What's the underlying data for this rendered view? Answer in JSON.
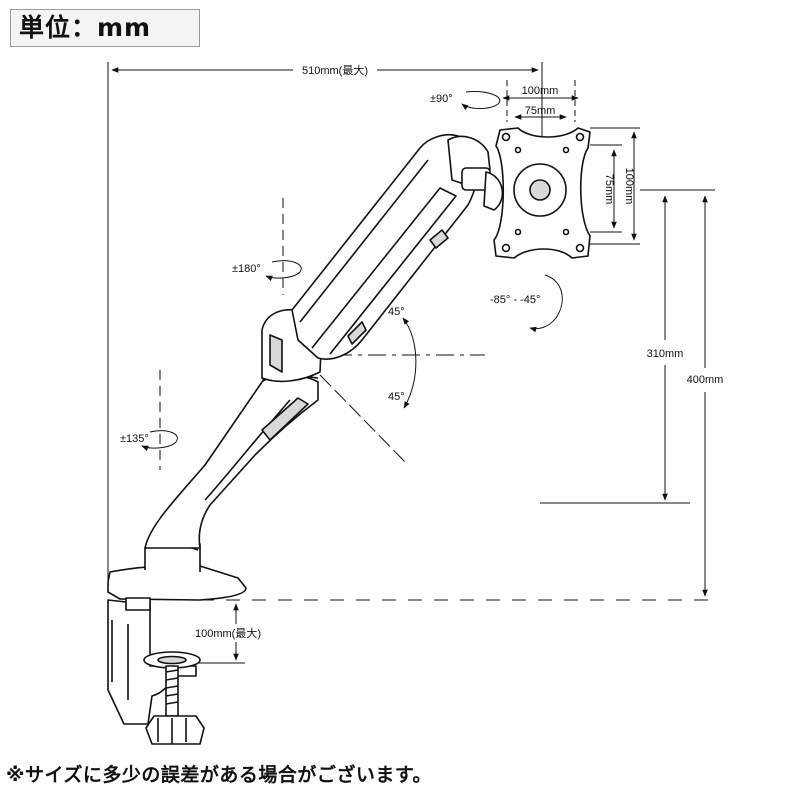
{
  "unit_label": "単位：mm",
  "dimensions": {
    "total_reach": "510mm(最大)",
    "rotate_plate": "±90°",
    "vesa_outer_h": "100mm",
    "vesa_inner_h": "75mm",
    "vesa_inner_v": "75mm",
    "vesa_outer_v": "100mm",
    "rotate_upper": "±180°",
    "tilt_range": "-85° - -45°",
    "angle_up": "45°",
    "angle_down": "45°",
    "height_310": "310mm",
    "height_400": "400mm",
    "rotate_lower": "±135°",
    "clamp_range": "100mm(最大)"
  },
  "footnote": "※サイズに多少の誤差がある場合がございます。",
  "colors": {
    "line": "#111111",
    "arm_fill": "#ffffff",
    "shade": "#d9d9d9",
    "box_bg": "#f4f4f4"
  }
}
